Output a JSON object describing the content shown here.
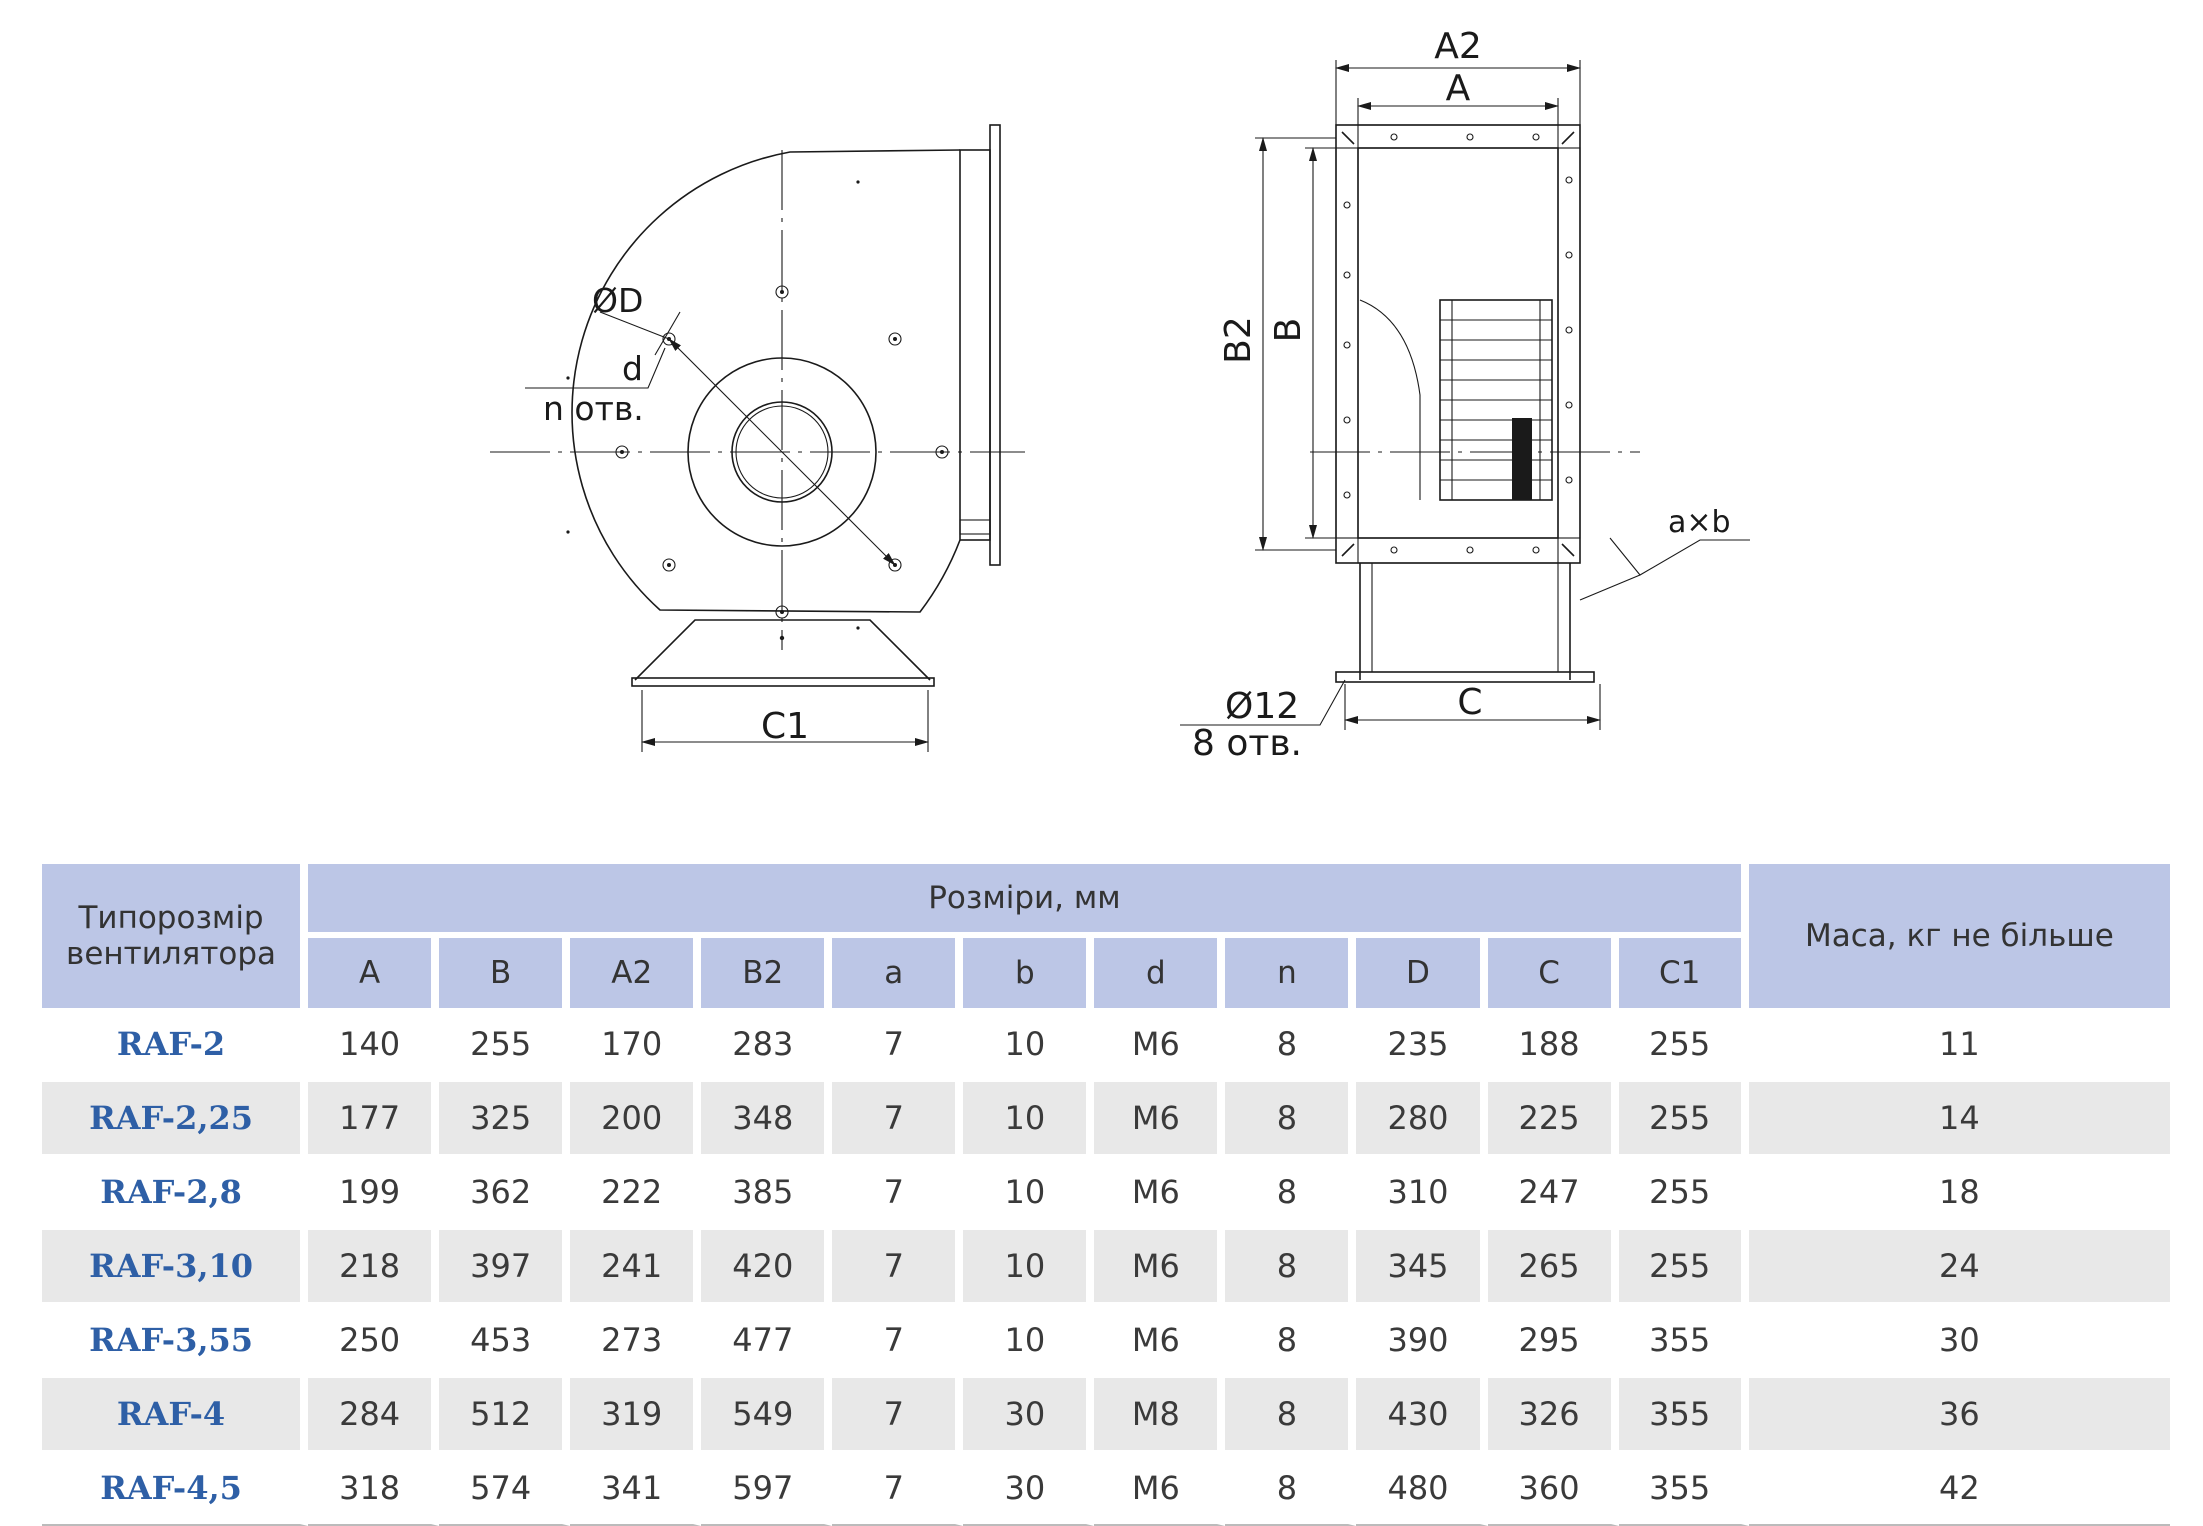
{
  "drawing": {
    "front_labels": {
      "od": "ØD",
      "d": "d",
      "n_holes": "n отв.",
      "c1": "C1"
    },
    "side_labels": {
      "a2": "A2",
      "a": "A",
      "b2": "B2",
      "b": "B",
      "axb": "a×b",
      "o12": "Ø12",
      "holes8": "8 отв.",
      "c": "C"
    }
  },
  "table": {
    "header": {
      "model": "Типорозмір вентилятора",
      "dims": "Розміри, мм",
      "mass": "Маса, кг не більше",
      "columns": [
        "A",
        "B",
        "A2",
        "B2",
        "a",
        "b",
        "d",
        "n",
        "D",
        "C",
        "C1"
      ]
    },
    "rows": [
      {
        "model": "RAF-2",
        "values": [
          "140",
          "255",
          "170",
          "283",
          "7",
          "10",
          "M6",
          "8",
          "235",
          "188",
          "255"
        ],
        "mass": "11"
      },
      {
        "model": "RAF-2,25",
        "values": [
          "177",
          "325",
          "200",
          "348",
          "7",
          "10",
          "M6",
          "8",
          "280",
          "225",
          "255"
        ],
        "mass": "14"
      },
      {
        "model": "RAF-2,8",
        "values": [
          "199",
          "362",
          "222",
          "385",
          "7",
          "10",
          "M6",
          "8",
          "310",
          "247",
          "255"
        ],
        "mass": "18"
      },
      {
        "model": "RAF-3,10",
        "values": [
          "218",
          "397",
          "241",
          "420",
          "7",
          "10",
          "M6",
          "8",
          "345",
          "265",
          "255"
        ],
        "mass": "24"
      },
      {
        "model": "RAF-3,55",
        "values": [
          "250",
          "453",
          "273",
          "477",
          "7",
          "10",
          "M6",
          "8",
          "390",
          "295",
          "355"
        ],
        "mass": "30"
      },
      {
        "model": "RAF-4",
        "values": [
          "284",
          "512",
          "319",
          "549",
          "7",
          "30",
          "M8",
          "8",
          "430",
          "326",
          "355"
        ],
        "mass": "36"
      },
      {
        "model": "RAF-4,5",
        "values": [
          "318",
          "574",
          "341",
          "597",
          "7",
          "30",
          "M6",
          "8",
          "480",
          "360",
          "355"
        ],
        "mass": "42"
      }
    ]
  }
}
